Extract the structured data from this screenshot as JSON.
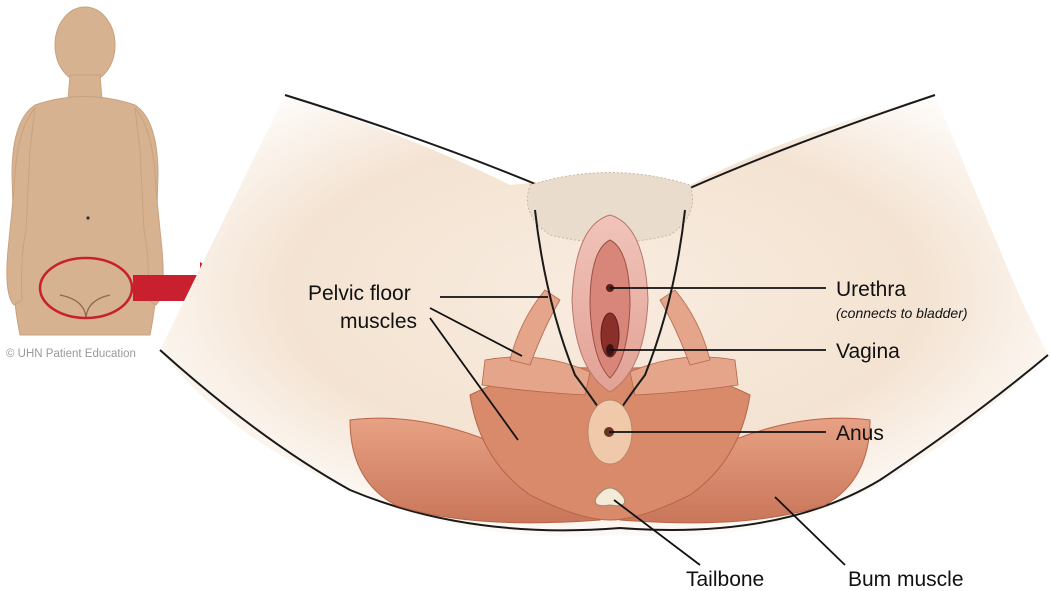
{
  "labels": {
    "pelvic_floor_line1": "Pelvic floor",
    "pelvic_floor_line2": "muscles",
    "urethra": "Urethra",
    "urethra_note": "(connects to bladder)",
    "vagina": "Vagina",
    "anus": "Anus",
    "tailbone": "Tailbone",
    "bum_muscle": "Bum muscle"
  },
  "credit": "© UHN Patient Education",
  "colors": {
    "skin": "#d6b291",
    "muscle": "#d98a6a",
    "muscle_dark": "#c06a4a",
    "arrow": "#c8202e",
    "highlight_ring": "#c8202e"
  },
  "icons": {
    "locator_figure": "body-silhouette-back-view",
    "arrow": "right-arrow-icon"
  }
}
